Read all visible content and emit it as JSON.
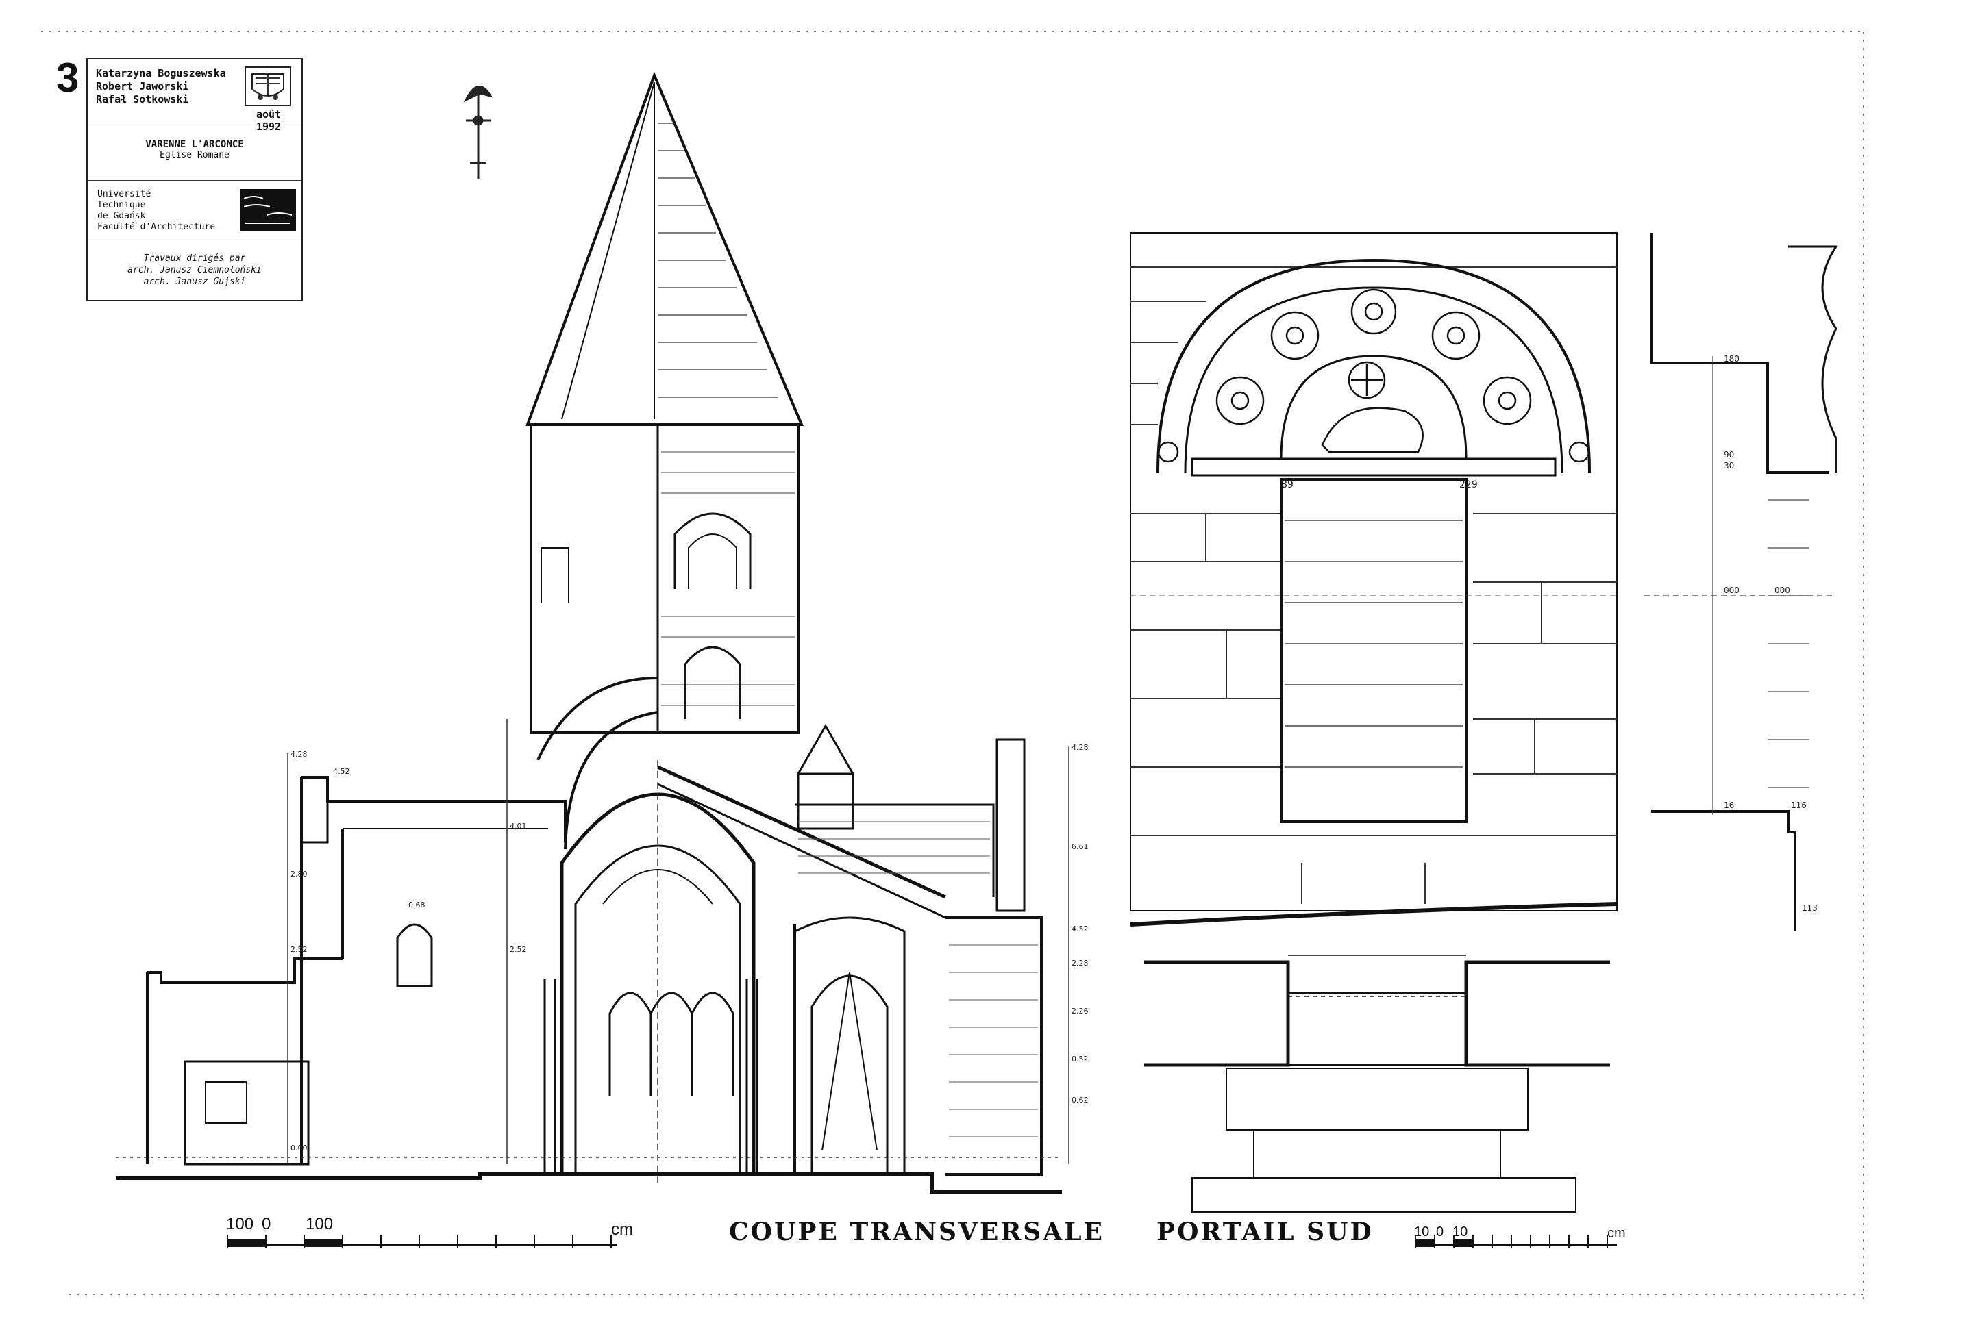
{
  "sheet": {
    "number": "3"
  },
  "cartouche": {
    "authors": [
      "Katarzyna Boguszewska",
      "Robert Jaworski",
      "Rafał Sotkowski"
    ],
    "date": "août 1992",
    "site_name": "VARENNE L'ARCONCE",
    "site_subtitle": "Eglise Romane",
    "university": [
      "Université",
      "Technique",
      "de Gdańsk",
      "Faculté d'Architecture"
    ],
    "direction_label": "Travaux dirigés par",
    "directors": [
      "arch. Janusz Ciemnołoński",
      "arch. Janusz Gujski"
    ]
  },
  "captions": {
    "section": "COUPE TRANSVERSALE",
    "portal": "PORTAIL SUD"
  },
  "scales": {
    "section": {
      "ticks": [
        "100",
        "0",
        "100"
      ],
      "unit": "cm"
    },
    "portal": {
      "ticks": [
        "10",
        "0",
        "10"
      ],
      "unit": "cm"
    }
  },
  "dimensions": {
    "section": [
      "4.28",
      "4.52",
      "2.80",
      "2.52",
      "0.00",
      "4.01",
      "2.52",
      "0.68",
      "4.28",
      "6.61",
      "4.52",
      "2.28",
      "2.26",
      "0.52",
      "0.62"
    ],
    "portal_elevation": [
      "89",
      "229"
    ],
    "portal_profile": [
      "180",
      "90",
      "30",
      "000",
      "000",
      "16",
      "116",
      "113"
    ]
  }
}
